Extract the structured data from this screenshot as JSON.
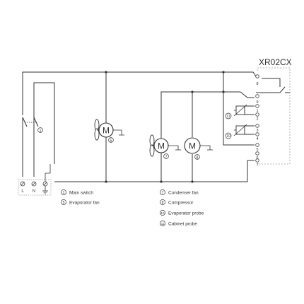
{
  "controller": {
    "model": "XR02CX"
  },
  "terminals": {
    "inputs": [
      "L",
      "N"
    ],
    "controller_pins": [
      "8",
      "9",
      "1",
      "2",
      "3",
      "4",
      "5",
      "6",
      "7"
    ]
  },
  "components": {
    "main_switch": {
      "badge": "1"
    },
    "evaporator_fan": {
      "symbol": "M",
      "badge": "5"
    },
    "condenser_fan": {
      "symbol": "M",
      "badge": "7"
    },
    "compressor": {
      "symbol": "M",
      "badge": "8"
    },
    "evaporator_probe": {
      "badge": "10"
    },
    "cabinet_probe": {
      "badge": "11"
    }
  },
  "legend": [
    {
      "num": "1",
      "label": "Main switch"
    },
    {
      "num": "5",
      "label": "Evaporator fan"
    },
    {
      "num": "7",
      "label": "Condenser fan"
    },
    {
      "num": "8",
      "label": "Compressor"
    },
    {
      "num": "10",
      "label": "Evaporator probe"
    },
    {
      "num": "11",
      "label": "Cabinet probe"
    }
  ]
}
